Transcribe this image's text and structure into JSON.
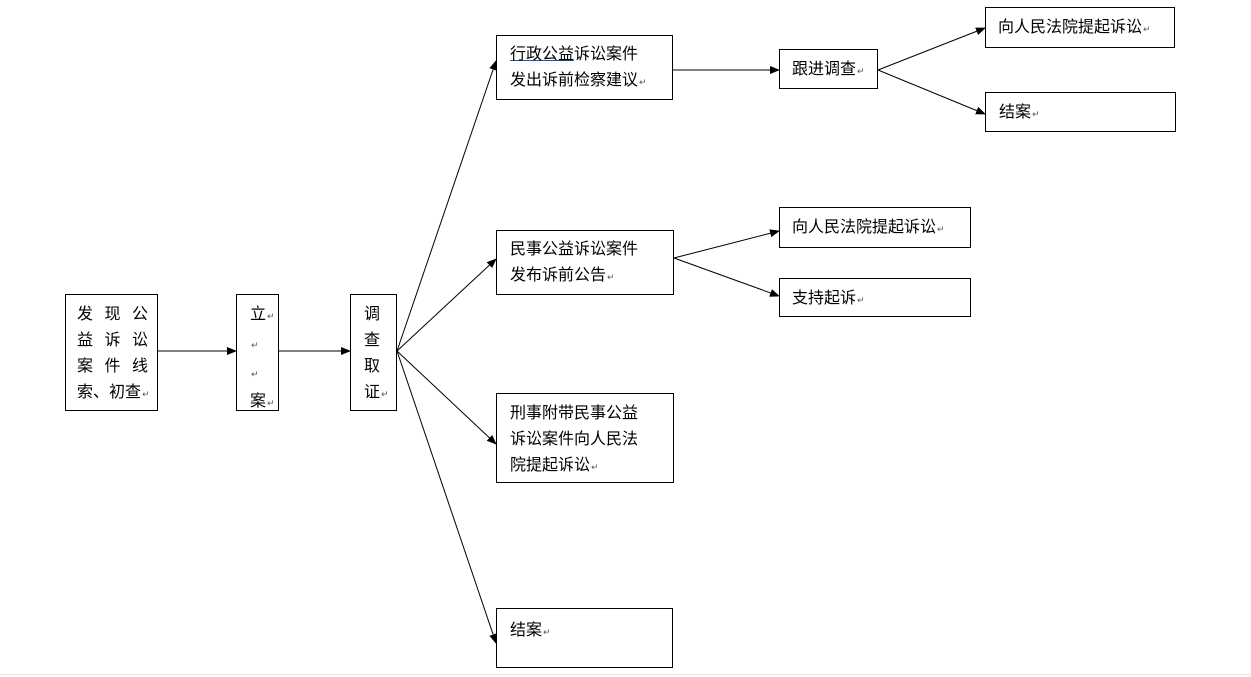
{
  "nodes": {
    "clue": {
      "lines": [
        "发现公",
        "益诉讼",
        "案件线",
        "索、初查"
      ]
    },
    "filing": {
      "lines": [
        "立",
        "",
        "",
        "案"
      ]
    },
    "investigation": {
      "lines": [
        "调",
        "查",
        "取",
        "证"
      ]
    },
    "admin": {
      "lines_prefix": "行政公益",
      "lines_rest": "诉讼案件",
      "line2": "发出诉前检察建议"
    },
    "civil": {
      "lines": [
        "民事公益诉讼案件",
        "发布诉前公告"
      ]
    },
    "criminal": {
      "lines": [
        "刑事附带民事公益",
        "诉讼案件向人民法",
        "院提起诉讼"
      ]
    },
    "close_main": {
      "label": "结案"
    },
    "followup": {
      "label": "跟进调查"
    },
    "admin_sue": {
      "label": "向人民法院提起诉讼"
    },
    "admin_close": {
      "label": "结案"
    },
    "civil_sue": {
      "label": "向人民法院提起诉讼"
    },
    "civil_support": {
      "label": "支持起诉"
    }
  }
}
